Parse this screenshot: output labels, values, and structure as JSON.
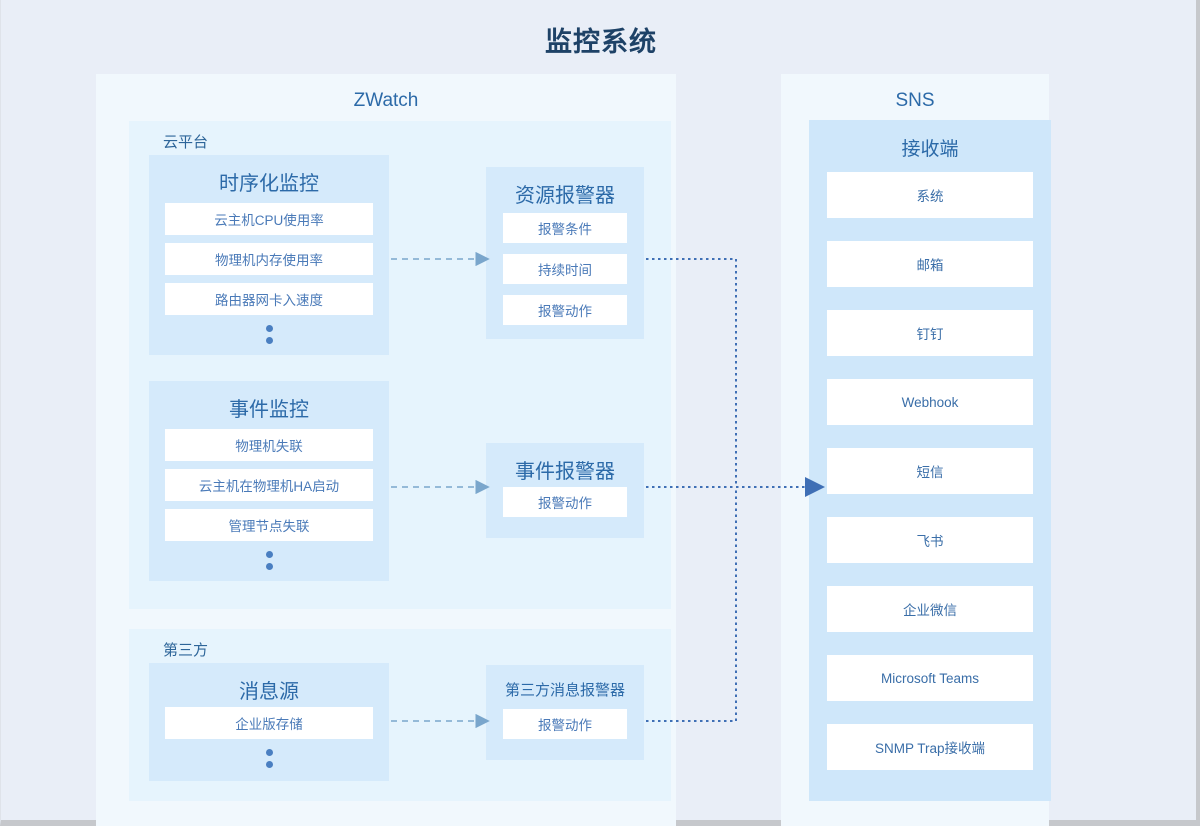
{
  "title": "监控系统",
  "panels": {
    "zwatch": {
      "title": "ZWatch"
    },
    "sns": {
      "title": "SNS"
    }
  },
  "groups": {
    "cloud_platform": {
      "label": "云平台"
    },
    "third_party": {
      "label": "第三方"
    }
  },
  "cards": {
    "timeseries_monitor": {
      "title": "时序化监控",
      "items": [
        "云主机CPU使用率",
        "物理机内存使用率",
        "路由器网卡入速度"
      ],
      "has_ellipsis": true
    },
    "event_monitor": {
      "title": "事件监控",
      "items": [
        "物理机失联",
        "云主机在物理机HA启动",
        "管理节点失联"
      ],
      "has_ellipsis": true
    },
    "message_source": {
      "title": "消息源",
      "items": [
        "企业版存储"
      ],
      "has_ellipsis": true
    },
    "resource_alerter": {
      "title": "资源报警器",
      "items": [
        "报警条件",
        "持续时间",
        "报警动作"
      ]
    },
    "event_alerter": {
      "title": "事件报警器",
      "items": [
        "报警动作"
      ]
    },
    "third_party_alerter": {
      "title": "第三方消息报警器",
      "items": [
        "报警动作"
      ]
    }
  },
  "sns_receiver": {
    "title": "接收端",
    "items": [
      "系统",
      "邮箱",
      "钉钉",
      "Webhook",
      "短信",
      "飞书",
      "企业微信",
      "Microsoft Teams",
      "SNMP Trap接收端"
    ]
  },
  "colors": {
    "background": "#e9eef7",
    "panel": "#f1f8fd",
    "group": "#e6f4fd",
    "card": "#d5eafb",
    "receiver": "#cfe7fa",
    "chip": "#ffffff",
    "title_text": "#1e4267",
    "heading_text": "#2c6aa8",
    "body_text": "#4a7ab8",
    "arrow_inner": "#7aa6cc",
    "arrow_outer": "#3f6fb5",
    "dot": "#4a7fc1"
  }
}
